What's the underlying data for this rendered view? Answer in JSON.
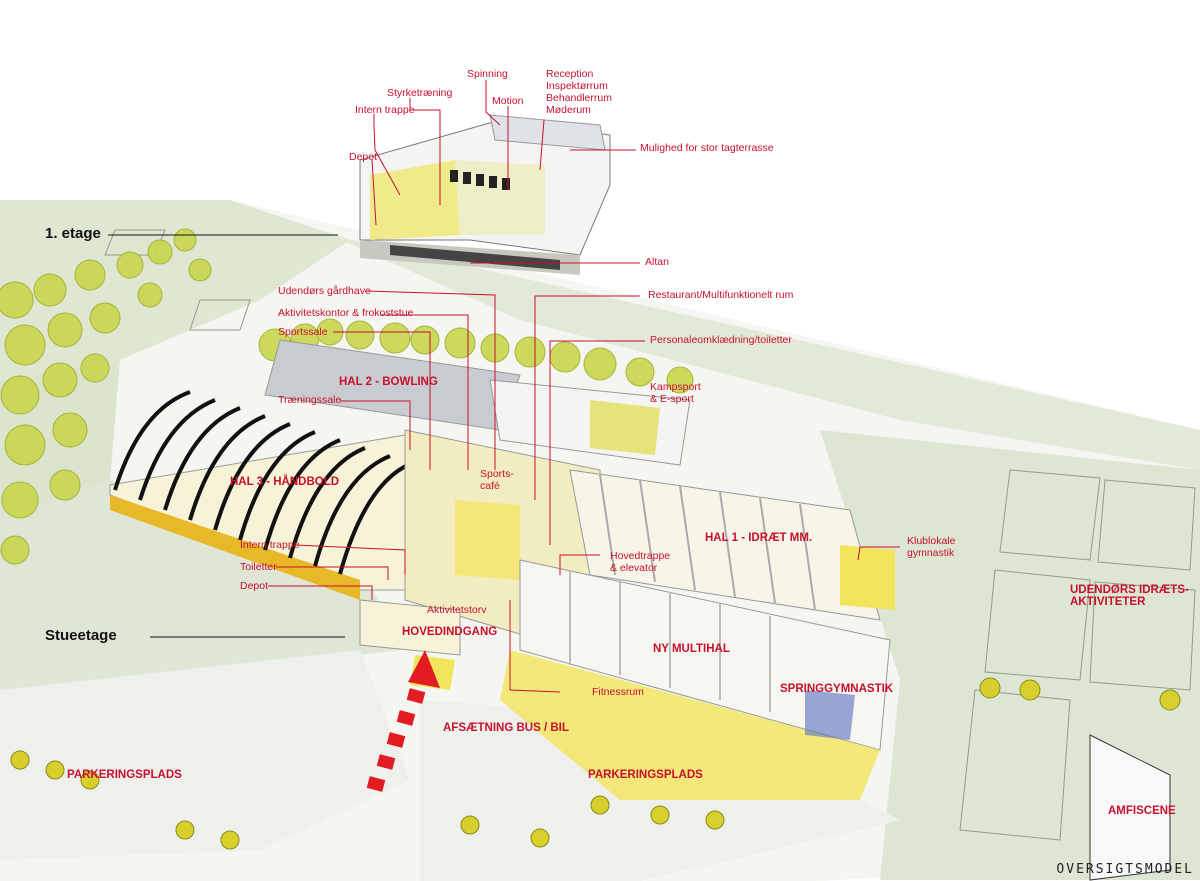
{
  "levels": {
    "upper": "1. etage",
    "ground": "Stueetage"
  },
  "labels": {
    "spinning": "Spinning",
    "reception": "Reception\nInspektørrum\nBehandlerrum\nMøderum",
    "styrketraening": "Styrketræning",
    "motion": "Motion",
    "intern_trappe_upper": "Intern trappe",
    "mulighed_tagterrasse": "Mulighed for stor tagterrasse",
    "depot_upper": "Depot",
    "altan": "Altan",
    "udendors_gardhave": "Udendørs gårdhave",
    "restaurant": "Restaurant/Multifunktionelt rum",
    "aktivitetskontor": "Aktivitetskontor & frokoststue",
    "sportssale": "Sportssale",
    "personaleomklaedning": "Personaleomklædning/toiletter",
    "hal2": "HAL 2 - BOWLING",
    "kampsport": "Kampsport\n& E-sport",
    "traeningssale": "Træningssale",
    "sportscafe": "Sports-\ncafé",
    "hal3": "HAL 3 - HÅNDBOLD",
    "hal1": "HAL 1 - IDRÆT MM.",
    "klublokale": "Klublokale\ngymnastik",
    "intern_trappe_ground": "Intern trappe",
    "hovedtrappe": "Hovedtrappe\n& elevator",
    "toiletter": "Toiletter",
    "depot_ground": "Depot",
    "aktivitetstorv": "Aktivitetstorv",
    "hovedindgang": "HOVEDINDGANG",
    "udendors_idraet": "UDENDØRS IDRÆTS-\nAKTIVITETER",
    "ny_multihal": "NY MULTIHAL",
    "springgymnastik": "SPRINGGYMNASTIK",
    "fitnessrum": "Fitnessrum",
    "afsaetning": "AFSÆTNING BUS / BIL",
    "parkering_left": "PARKERINGSPLADS",
    "parkering_right": "PARKERINGSPLADS",
    "amfiscene": "AMFISCENE"
  },
  "title": "OVERSIGTSMODEL",
  "colors": {
    "label_red": "#c8102e",
    "field_green": "#d9e3c9",
    "tree_yellow_green": "#c8d64a",
    "accent_yellow": "#f3e55b",
    "building_white": "#f4f4f2",
    "roof_grey": "#cfd3d6",
    "road_light": "#f7f7f5"
  }
}
